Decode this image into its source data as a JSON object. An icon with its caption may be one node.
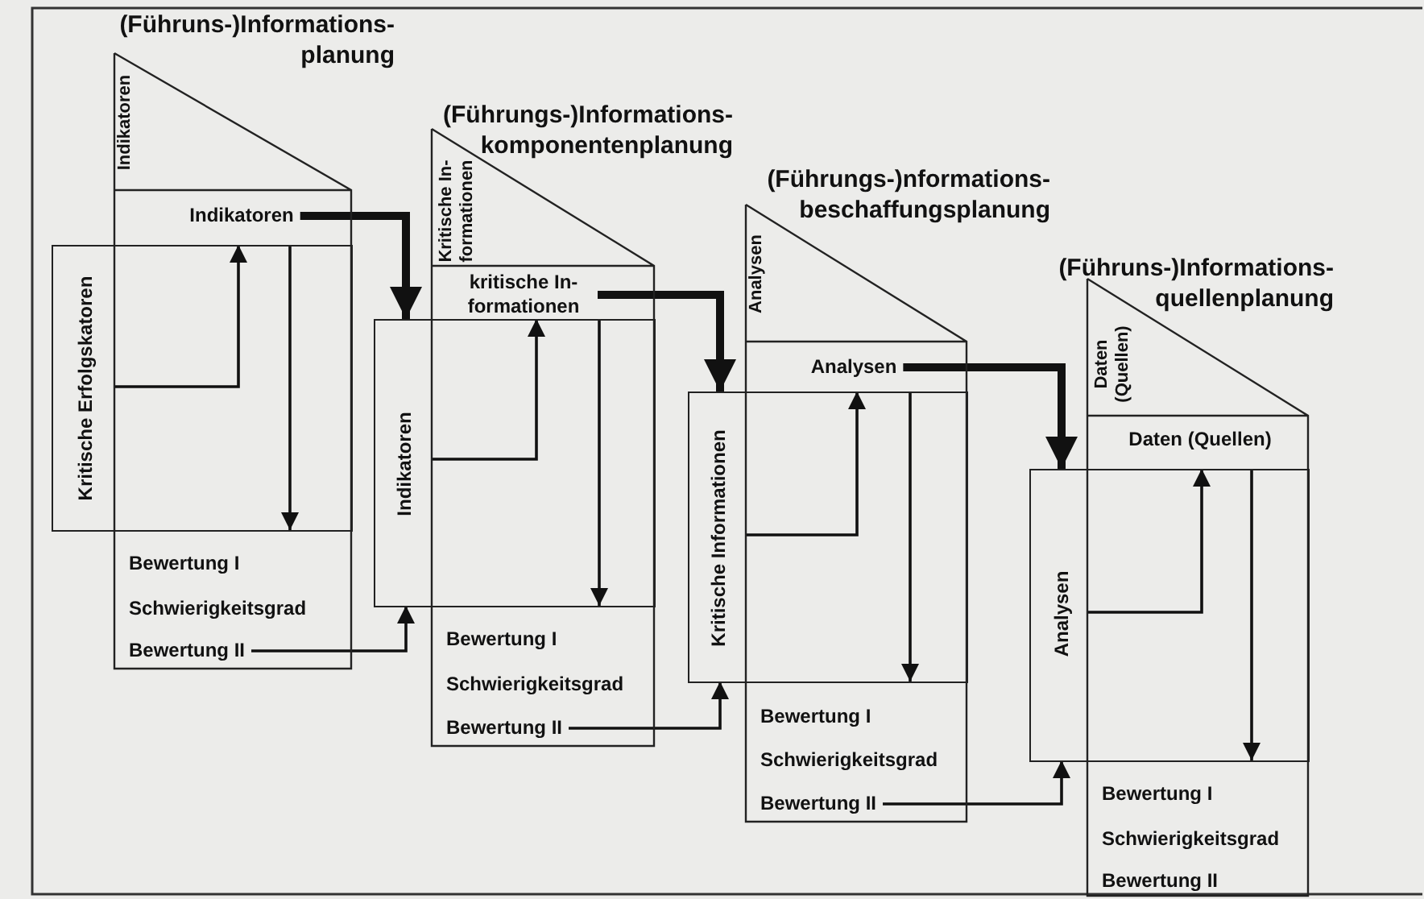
{
  "diagram": {
    "nodes": [
      {
        "text": [
          "(Führuns-)Informations- planung",
          "Indikatoren"
        ]
      },
      {
        "text": [
          "Indikatoren"
        ],
        "in": 0
      },
      {
        "text": [
          "Bewertung I"
        ],
        "in": 0
      },
      {
        "text": [
          "Schwierigkeitsgrad"
        ],
        "in": 0
      },
      {
        "text": [
          "Bewertung II"
        ],
        "in": 0
      },
      {
        "text": [
          "Kritische Erfolgskatoren"
        ]
      },
      {
        "text": [
          "(Führungs-)Informations- komponentenplanung",
          "Kritische In- formationen"
        ]
      },
      {
        "text": [
          "kritische In- formationen"
        ],
        "in": 6
      },
      {
        "text": [
          "Bewertung I"
        ],
        "in": 6
      },
      {
        "text": [
          "Schwierigkeitsgrad"
        ],
        "in": 6
      },
      {
        "text": [
          "Bewertung II"
        ],
        "in": 6
      },
      {
        "text": [
          "Indikatoren"
        ]
      },
      {
        "text": [
          "(Führungs-)nformations- beschaffungsplanung",
          "Analysen"
        ]
      },
      {
        "text": [
          "Analysen"
        ],
        "in": 12
      },
      {
        "text": [
          "Bewertung I"
        ],
        "in": 12
      },
      {
        "text": [
          "Schwierigkeitsgrad"
        ],
        "in": 12
      },
      {
        "text": [
          "Bewertung II"
        ],
        "in": 12
      },
      {
        "text": [
          "Kritische Informationen"
        ]
      },
      {
        "text": [
          "(Führuns-)Informations- quellenplanung",
          "Daten (Quellen)"
        ]
      },
      {
        "text": [
          "Daten (Quellen)"
        ],
        "in": 18
      },
      {
        "text": [
          "Bewertung I"
        ],
        "in": 18
      },
      {
        "text": [
          "Schwierigkeitsgrad"
        ],
        "in": 18
      },
      {
        "text": [
          "Bewertung II"
        ],
        "in": 18
      },
      {
        "text": [
          "Analysen"
        ]
      }
    ],
    "edges": [
      {
        "from": 5,
        "to": 1,
        "arrow": "to"
      },
      {
        "from": 5,
        "to": 2,
        "arrow": "to"
      },
      {
        "from": 1,
        "to": 11,
        "arrow": "to",
        "style": "thick"
      },
      {
        "from": 4,
        "to": 11,
        "arrow": "to"
      },
      {
        "from": 11,
        "to": 7,
        "arrow": "to"
      },
      {
        "from": 11,
        "to": 8,
        "arrow": "to"
      },
      {
        "from": 7,
        "to": 17,
        "arrow": "to",
        "style": "thick"
      },
      {
        "from": 10,
        "to": 17,
        "arrow": "to"
      },
      {
        "from": 17,
        "to": 13,
        "arrow": "to"
      },
      {
        "from": 17,
        "to": 14,
        "arrow": "to"
      },
      {
        "from": 13,
        "to": 23,
        "arrow": "to",
        "style": "thick"
      },
      {
        "from": 16,
        "to": 23,
        "arrow": "to"
      },
      {
        "from": 23,
        "to": 19,
        "arrow": "to"
      },
      {
        "from": 23,
        "to": 20,
        "arrow": "to"
      }
    ]
  }
}
